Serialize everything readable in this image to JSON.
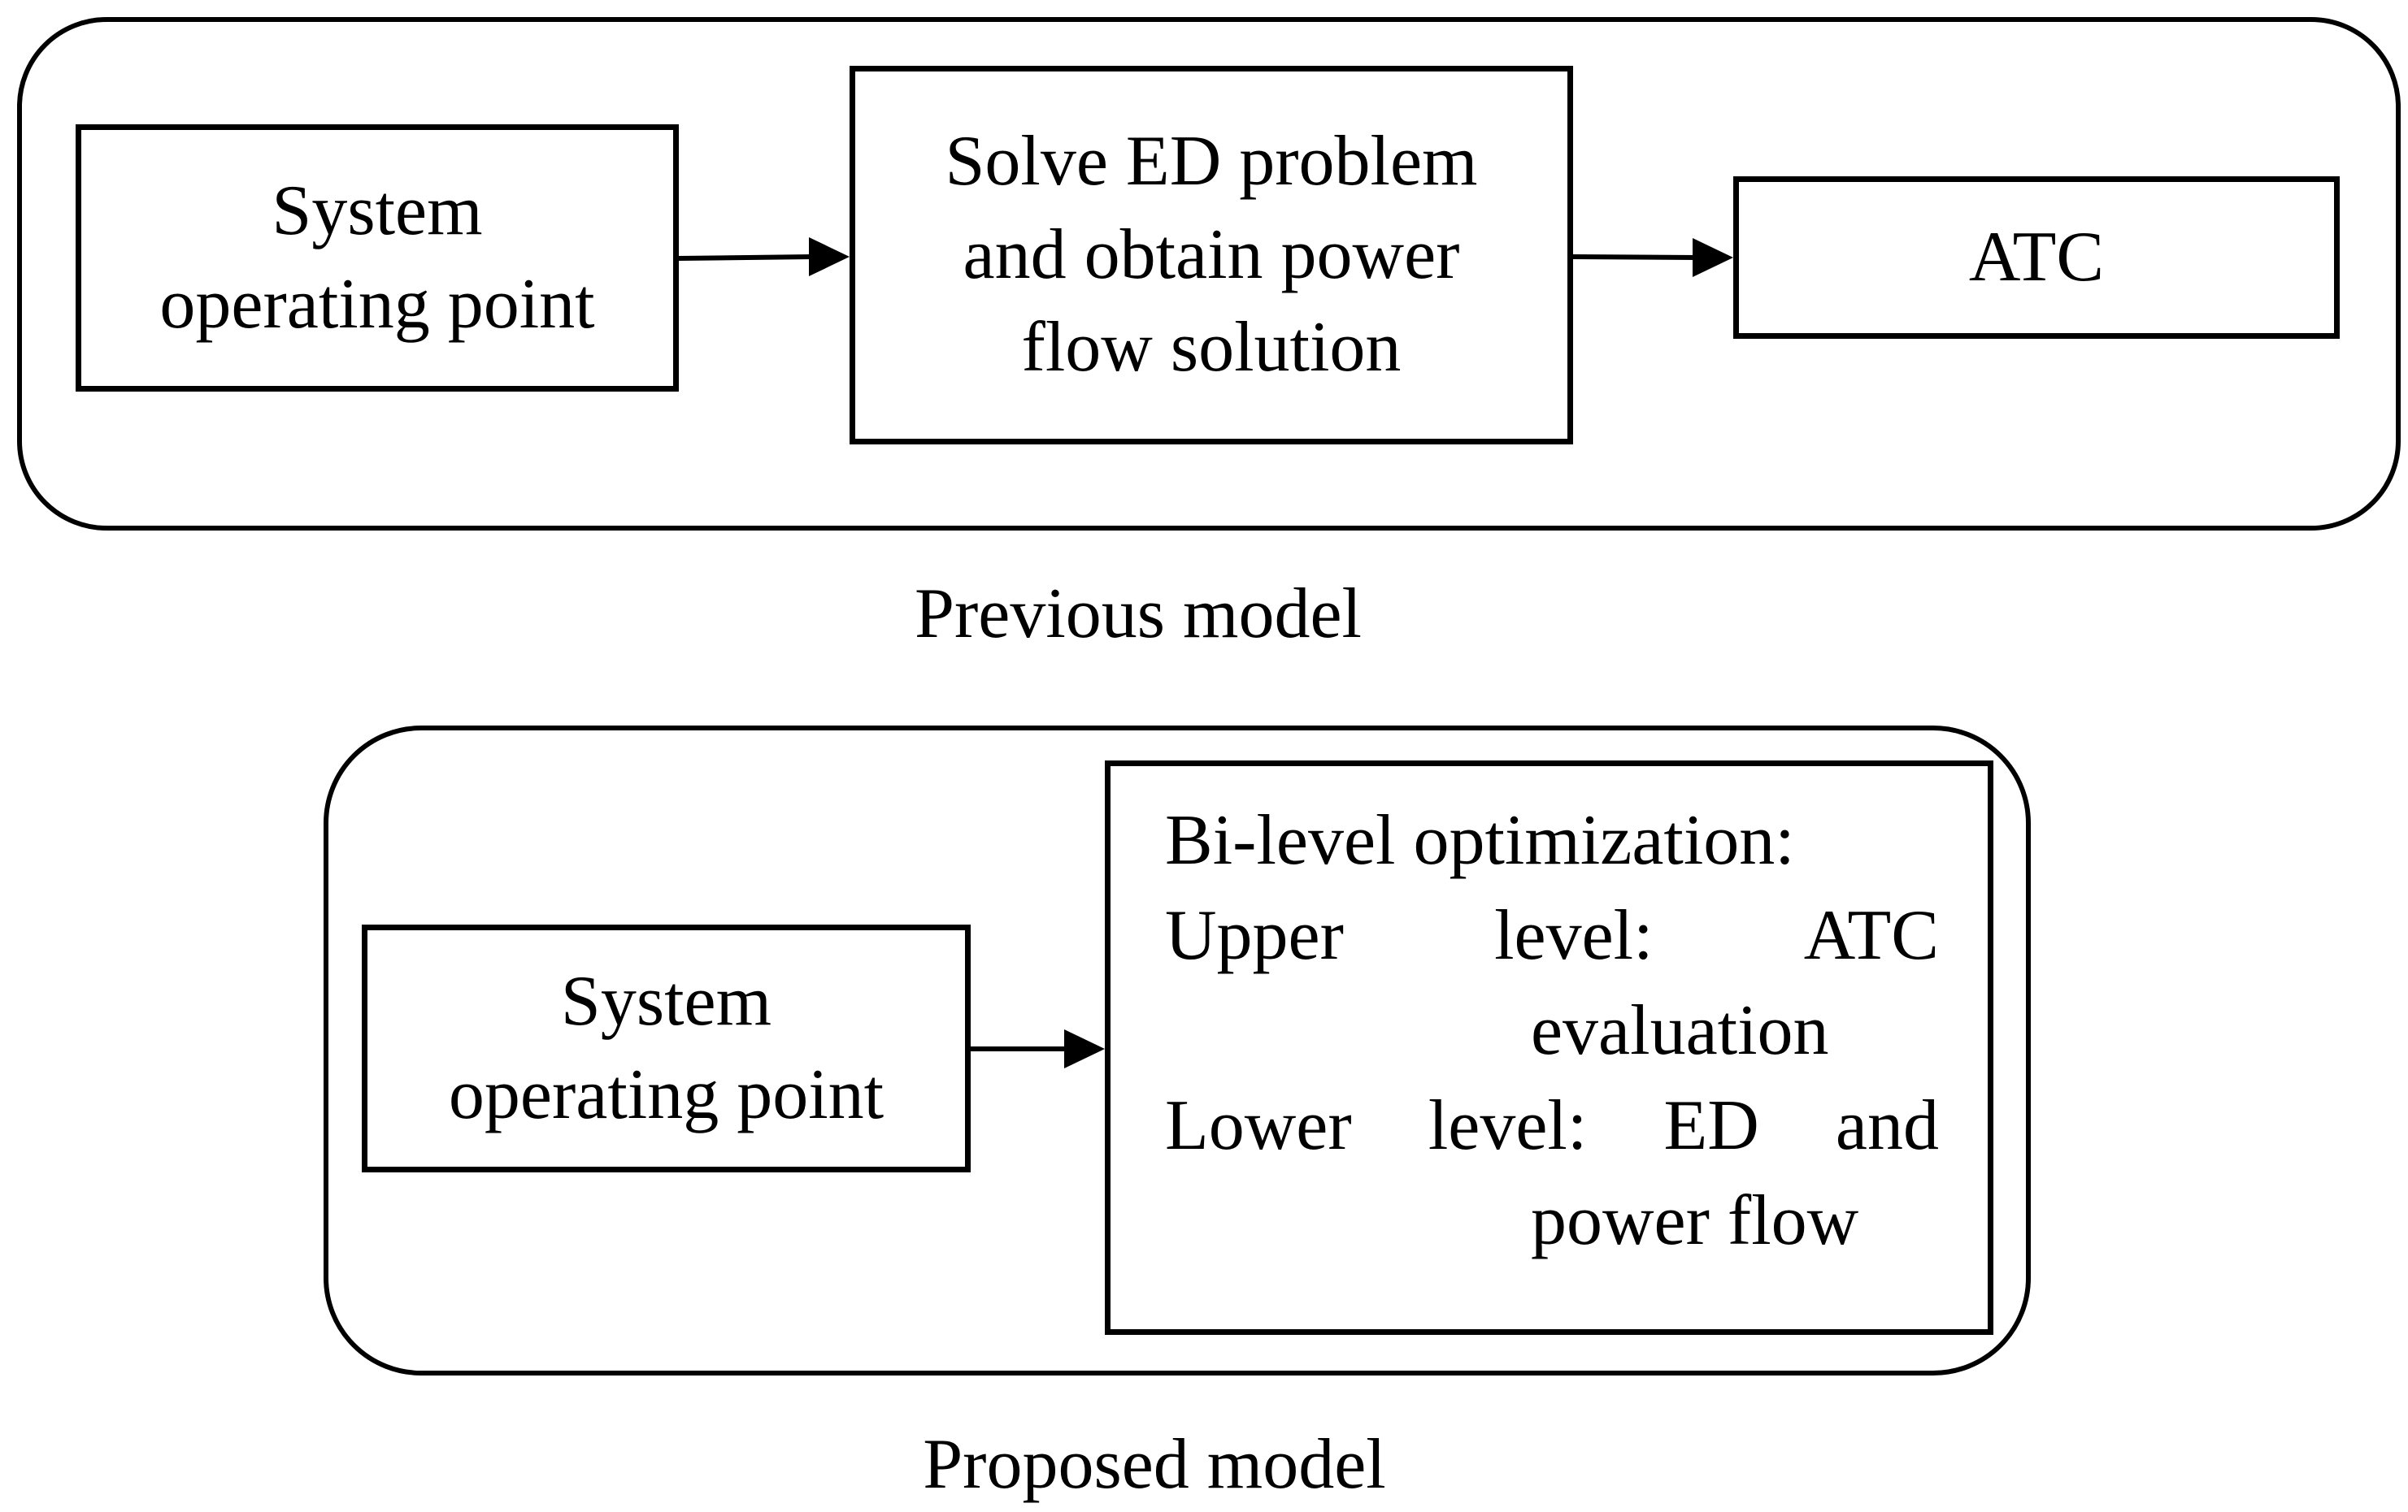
{
  "previous_model": {
    "caption": "Previous model",
    "nodes": {
      "operating_point": [
        "System",
        "operating point"
      ],
      "solve_ed": [
        "Solve ED problem",
        "and obtain power",
        "flow solution"
      ],
      "atc": "ATC"
    }
  },
  "proposed_model": {
    "caption": "Proposed model",
    "nodes": {
      "operating_point": [
        "System",
        "operating point"
      ],
      "bilevel": {
        "heading": "Bi-level optimization:",
        "upper": [
          "Upper",
          "level:",
          "ATC"
        ],
        "upper_cont": "evaluation",
        "lower": [
          "Lower",
          "level:",
          "ED",
          "and"
        ],
        "lower_cont": "power flow"
      }
    }
  },
  "colors": {
    "stroke": "#000000",
    "background": "#ffffff"
  }
}
